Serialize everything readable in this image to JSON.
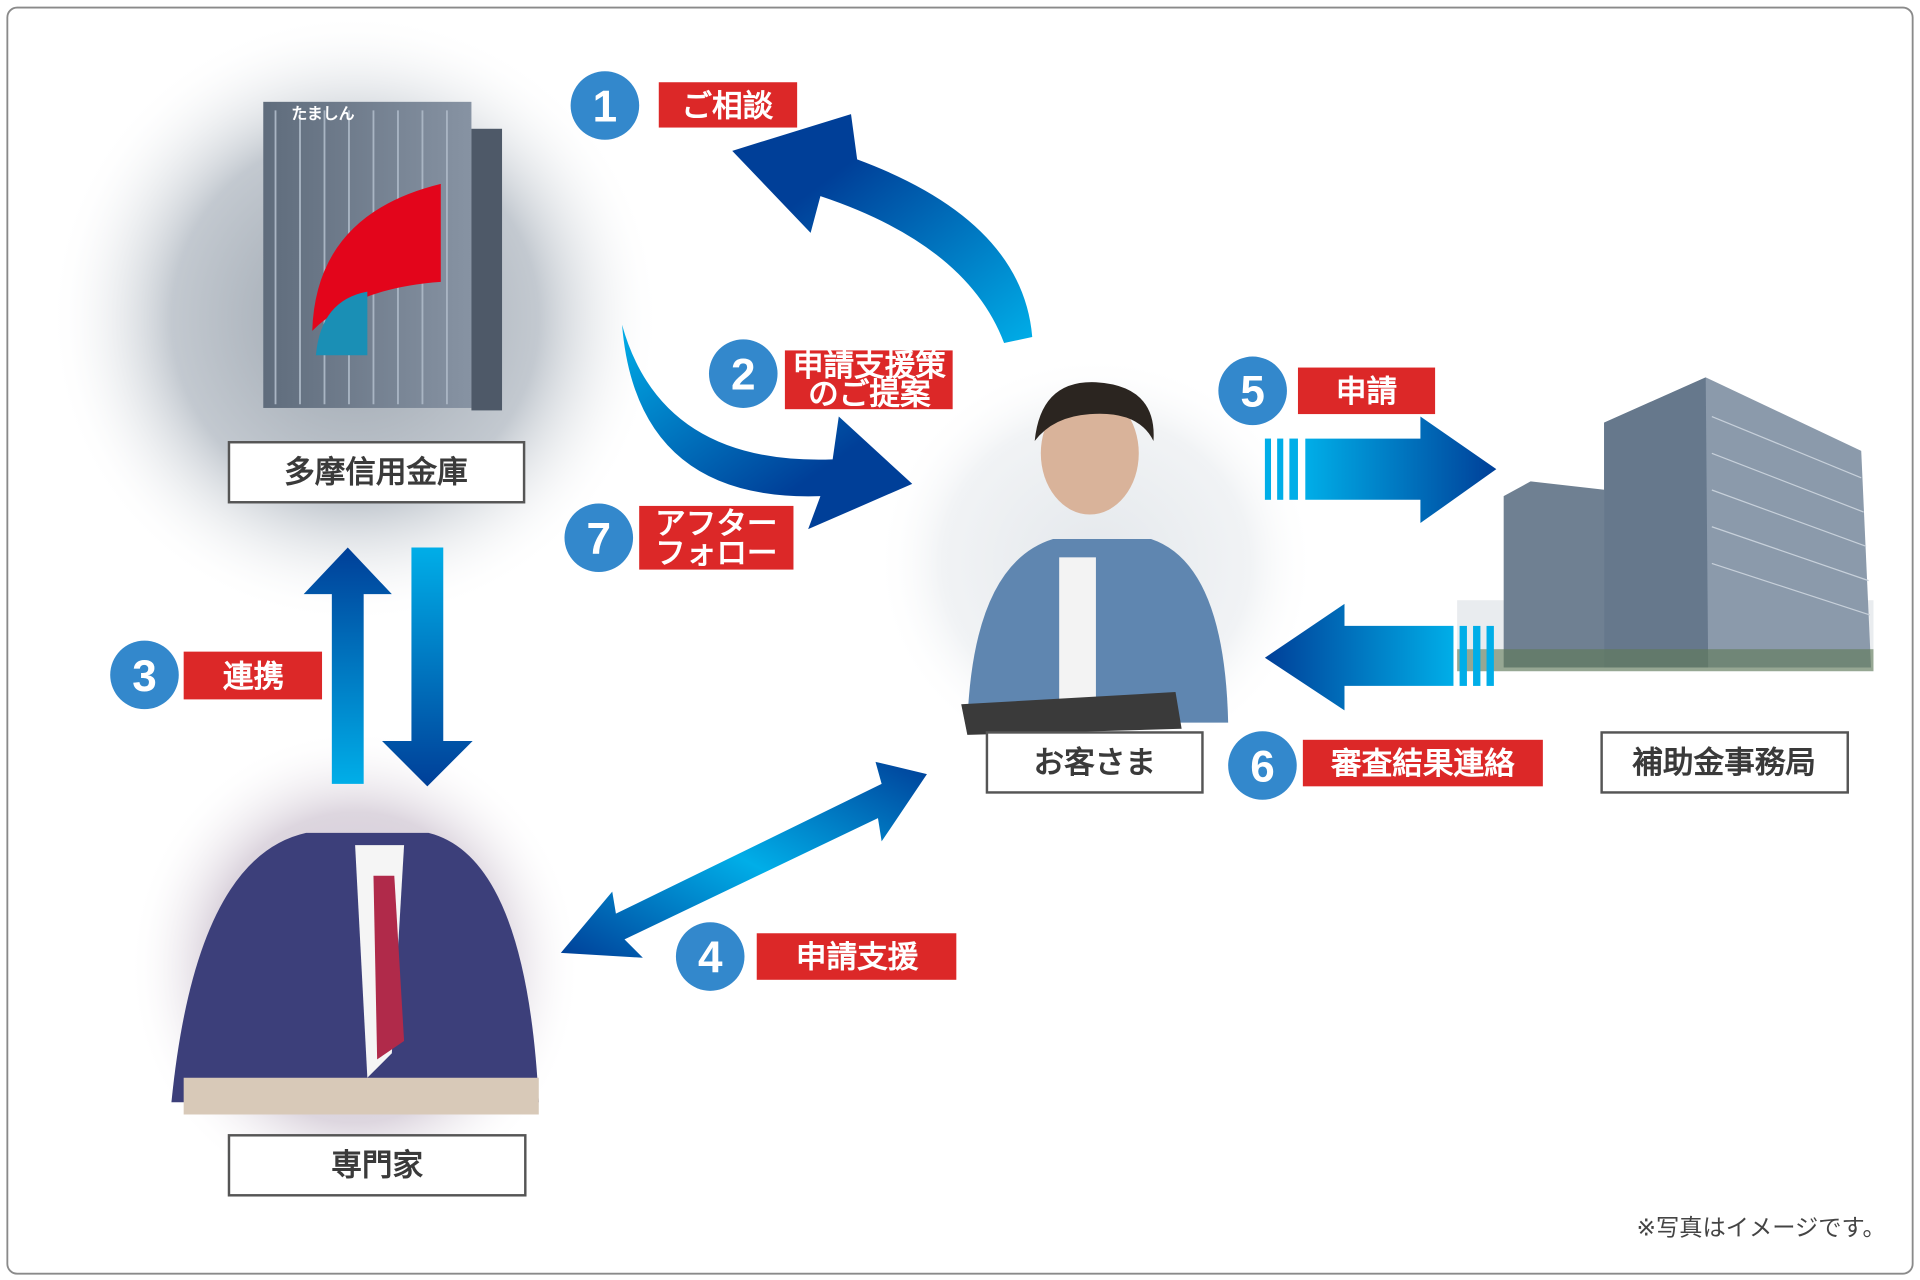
{
  "nodes": {
    "bank": "多摩信用金庫",
    "customer": "お客さま",
    "office": "補助金事務局",
    "expert": "専門家",
    "bank_sign": "たましん"
  },
  "steps": [
    {
      "num": "1",
      "line1": "ご相談"
    },
    {
      "num": "2",
      "line1": "申請支援策",
      "line2": "のご提案"
    },
    {
      "num": "3",
      "line1": "連携"
    },
    {
      "num": "4",
      "line1": "申請支援"
    },
    {
      "num": "5",
      "line1": "申請"
    },
    {
      "num": "6",
      "line1": "審査結果連絡"
    },
    {
      "num": "7",
      "line1": "アフター",
      "line2": "フォロー"
    }
  ],
  "note": "※写真はイメージです。",
  "colors": {
    "label_red": "#dc2828",
    "circle_blue": "#3388cc",
    "arrow_dark": "#003f98",
    "arrow_light": "#00aee8"
  }
}
